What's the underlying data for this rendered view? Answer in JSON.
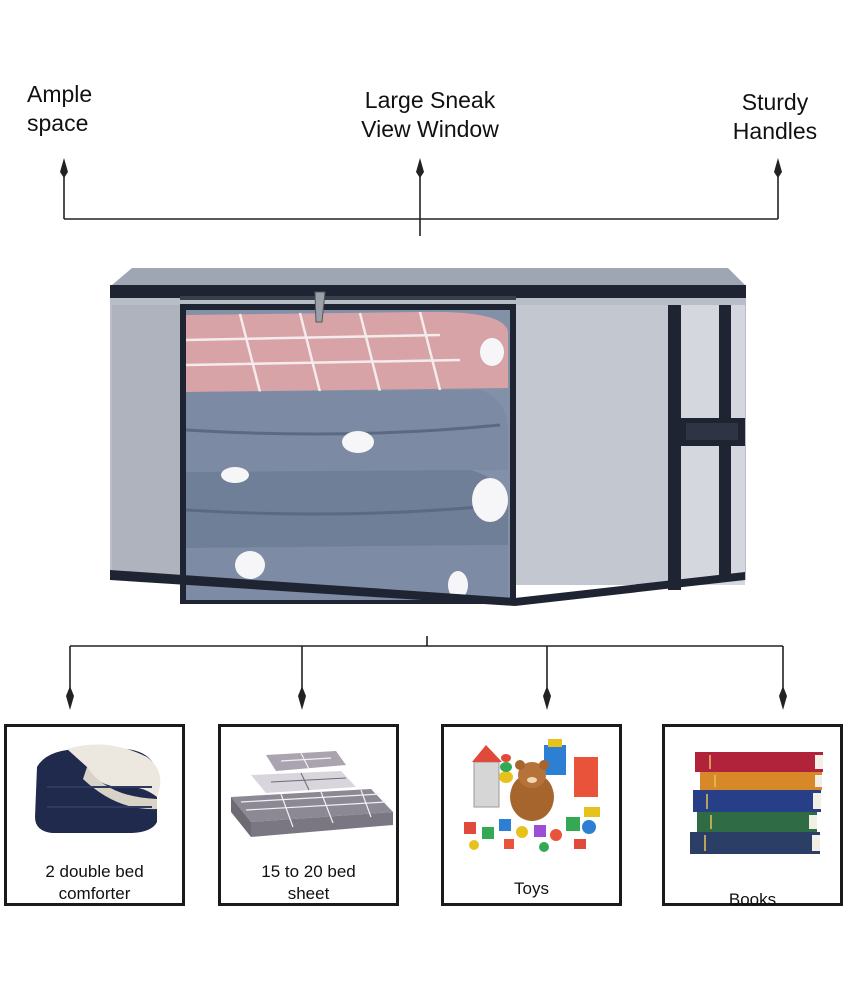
{
  "features": {
    "ample_space": "Ample\nspace",
    "sneak_window": "Large Sneak\nView Window",
    "handles": "Sturdy\nHandles"
  },
  "items": [
    {
      "label": "2 double bed\ncomforter",
      "icon": "comforter-icon"
    },
    {
      "label": "15 to 20 bed\nsheet",
      "icon": "bed-sheets-icon"
    },
    {
      "label": "Toys",
      "icon": "toys-icon"
    },
    {
      "label": "Books",
      "icon": "books-icon"
    }
  ],
  "colors": {
    "bag_gray": "#b8bdc8",
    "bag_trim": "#1f2433",
    "fleece_blue": "#7c8ba3",
    "fleece_pink": "#d8a3a6"
  }
}
